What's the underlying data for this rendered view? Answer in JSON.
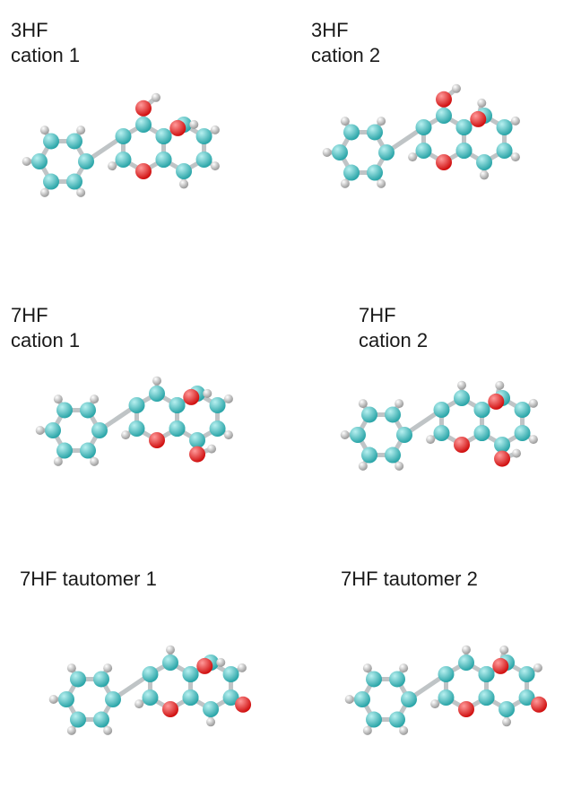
{
  "panels": [
    {
      "line1": "3HF",
      "line2": "cation 1"
    },
    {
      "line1": "3HF",
      "line2": "cation 2"
    },
    {
      "line1": "7HF",
      "line2": "cation 1"
    },
    {
      "line1": "7HF",
      "line2": "cation 2"
    },
    {
      "line1": "7HF tautomer 1",
      "line2": ""
    },
    {
      "line1": "7HF tautomer 2",
      "line2": ""
    }
  ],
  "colors": {
    "carbon": "#2aa5a8",
    "oxygen": "#d00f0f",
    "hydrogen": "#e6e6e6",
    "bond": "#bfc4c6"
  }
}
